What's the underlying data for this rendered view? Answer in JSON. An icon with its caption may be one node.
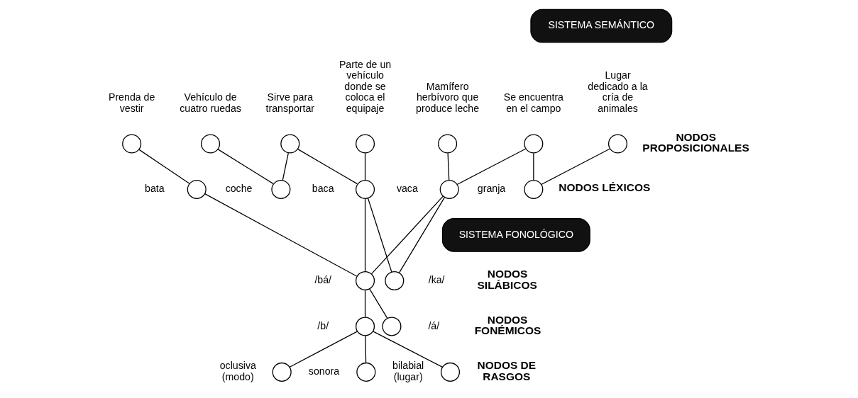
{
  "diagram": {
    "nodes": [
      {
        "text": [
          "SISTEMA SEMÁNTICO"
        ]
      },
      {
        "text": [],
        "shape": "circle",
        "beside": [
          "Prenda de vestir"
        ]
      },
      {
        "text": [],
        "shape": "circle",
        "beside": [
          "Vehículo de cuatro ruedas"
        ]
      },
      {
        "text": [],
        "shape": "circle",
        "beside": [
          "Sirve para transportar"
        ]
      },
      {
        "text": [],
        "shape": "circle",
        "beside": [
          "Parte de un vehículo donde se coloca el equipaje"
        ]
      },
      {
        "text": [],
        "shape": "circle",
        "beside": [
          "Mamífero herbívoro que produce leche"
        ]
      },
      {
        "text": [],
        "shape": "circle",
        "beside": [
          "Se encuentra en el campo"
        ]
      },
      {
        "text": [],
        "shape": "circle",
        "beside": [
          "Lugar dedicado a la cría de animales"
        ]
      },
      {
        "text": [],
        "shape": "circle",
        "beside": [
          "bata"
        ]
      },
      {
        "text": [],
        "shape": "circle",
        "beside": [
          "coche"
        ]
      },
      {
        "text": [],
        "shape": "circle",
        "beside": [
          "baca"
        ]
      },
      {
        "text": [],
        "shape": "circle",
        "beside": [
          "vaca"
        ]
      },
      {
        "text": [],
        "shape": "circle",
        "beside": [
          "granja"
        ]
      },
      {
        "text": [
          "SISTEMA FONOLÓGICO"
        ]
      },
      {
        "text": [],
        "shape": "circle",
        "beside": [
          "/bá/"
        ]
      },
      {
        "text": [],
        "shape": "circle",
        "beside": [
          "/ka/"
        ]
      },
      {
        "text": [],
        "shape": "circle",
        "beside": [
          "/b/"
        ]
      },
      {
        "text": [],
        "shape": "circle",
        "beside": [
          "/á/"
        ]
      },
      {
        "text": [],
        "shape": "circle",
        "beside": [
          "oclusiva (modo)"
        ]
      },
      {
        "text": [],
        "shape": "circle",
        "beside": [
          "sonora"
        ]
      },
      {
        "text": [],
        "shape": "circle",
        "beside": [
          "bilabial (lugar)"
        ]
      }
    ],
    "edges": [
      {
        "from": 1,
        "to": 8,
        "arrow": "none"
      },
      {
        "from": 2,
        "to": 9,
        "arrow": "none"
      },
      {
        "from": 3,
        "to": 9,
        "arrow": "none"
      },
      {
        "from": 3,
        "to": 10,
        "arrow": "none"
      },
      {
        "from": 4,
        "to": 10,
        "arrow": "none"
      },
      {
        "from": 5,
        "to": 11,
        "arrow": "none"
      },
      {
        "from": 6,
        "to": 11,
        "arrow": "none"
      },
      {
        "from": 6,
        "to": 12,
        "arrow": "none"
      },
      {
        "from": 7,
        "to": 12,
        "arrow": "none"
      },
      {
        "from": 8,
        "to": 14,
        "arrow": "none"
      },
      {
        "from": 10,
        "to": 14,
        "arrow": "none"
      },
      {
        "from": 10,
        "to": 15,
        "arrow": "none"
      },
      {
        "from": 11,
        "to": 14,
        "arrow": "none"
      },
      {
        "from": 11,
        "to": 15,
        "arrow": "none"
      },
      {
        "from": 14,
        "to": 16,
        "arrow": "none"
      },
      {
        "from": 14,
        "to": 17,
        "arrow": "none"
      },
      {
        "from": 16,
        "to": 18,
        "arrow": "none"
      },
      {
        "from": 16,
        "to": 19,
        "arrow": "none"
      },
      {
        "from": 16,
        "to": 20,
        "arrow": "none"
      }
    ],
    "labels": [
      "NODOS PROPOSICIONALES",
      "NODOS LÉXICOS",
      "NODOS SILÁBICOS",
      "NODOS FONÉMICOS",
      "NODOS DE RASGOS"
    ]
  }
}
